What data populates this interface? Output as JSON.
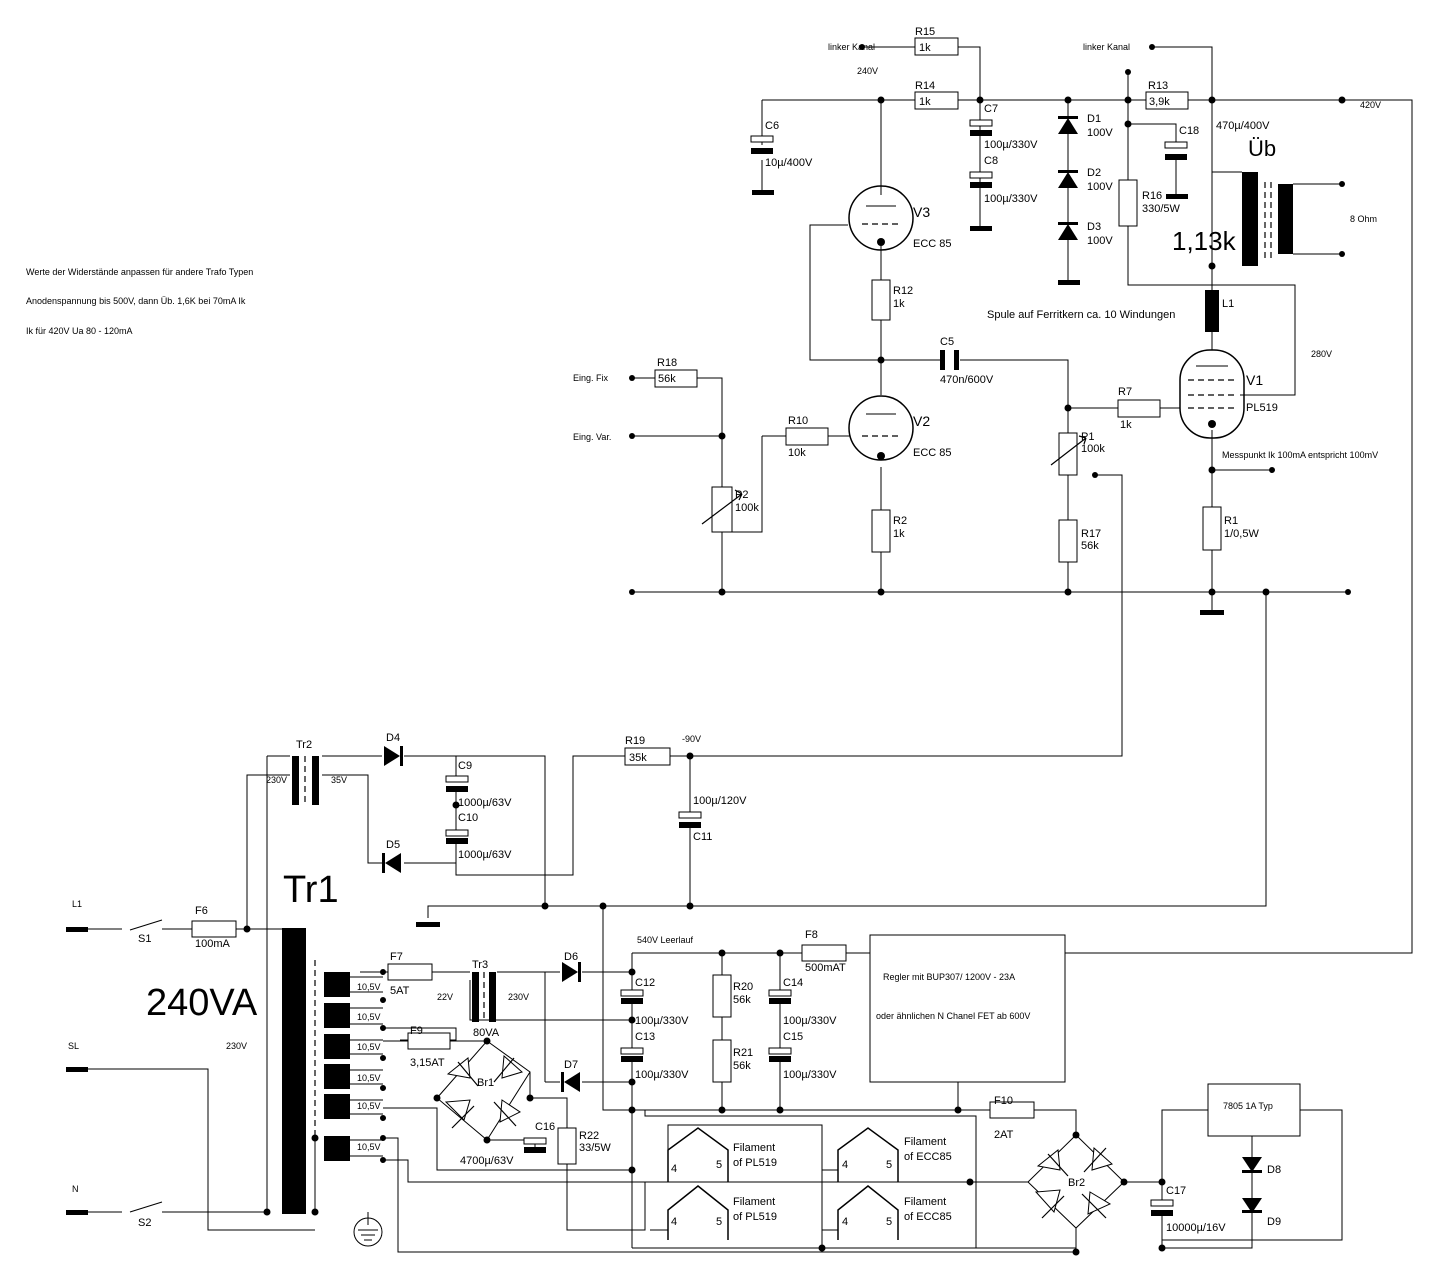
{
  "notes": [
    "Werte der Widerstände anpassen für andere Trafo Typen",
    "Anodenspannung bis 500V, dann Üb. 1,6K bei 70mA Ik",
    "Ik für 420V Ua 80 - 120mA"
  ],
  "big": {
    "tr1": "Tr1",
    "va": "240VA",
    "ub": "Üb",
    "imp": "1,13k"
  },
  "tubes": {
    "v1": "V1",
    "v1t": "PL519",
    "v2": "V2",
    "v2t": "ECC 85",
    "v3": "V3",
    "v3t": "ECC 85"
  },
  "res": {
    "r1": "R1",
    "r1v": "1/0,5W",
    "r2": "R2",
    "r2v": "1k",
    "r7": "R7",
    "r7v": "1k",
    "r10": "R10",
    "r10v": "10k",
    "r12": "R12",
    "r12v": "1k",
    "r13": "R13",
    "r13v": "3,9k",
    "r14": "R14",
    "r14v": "1k",
    "r15": "R15",
    "r15v": "1k",
    "r16": "R16",
    "r16v": "330/5W",
    "r17": "R17",
    "r17v": "56k",
    "r18": "R18",
    "r18v": "56k",
    "r19": "R19",
    "r19v": "35k",
    "r20": "R20",
    "r20v": "56k",
    "r21": "R21",
    "r21v": "56k",
    "r22": "R22",
    "r22v": "33/5W",
    "p1": "P1",
    "p1v": "100k",
    "p2": "P2",
    "p2v": "100k"
  },
  "caps": {
    "c5": "C5",
    "c5v": "470n/600V",
    "c6": "C6",
    "c6v": "10µ/400V",
    "c7": "C7",
    "c7v": "100µ/330V",
    "c8": "C8",
    "c8v": "100µ/330V",
    "c9": "C9",
    "c9v": "1000µ/63V",
    "c10": "C10",
    "c10v": "1000µ/63V",
    "c11": "C11",
    "c11v": "100µ/120V",
    "c12": "C12",
    "c12v": "100µ/330V",
    "c13": "C13",
    "c13v": "100µ/330V",
    "c14": "C14",
    "c14v": "100µ/330V",
    "c15": "C15",
    "c15v": "100µ/330V",
    "c16": "C16",
    "c16v": "4700µ/63V",
    "c17": "C17",
    "c17v": "10000µ/16V",
    "c18": "C18",
    "c18v": "470µ/400V"
  },
  "diodes": {
    "d1": "D1",
    "d1v": "100V",
    "d2": "D2",
    "d2v": "100V",
    "d3": "D3",
    "d3v": "100V",
    "d4": "D4",
    "d5": "D5",
    "d6": "D6",
    "d7": "D7",
    "d8": "D8",
    "d9": "D9",
    "br1": "Br1",
    "br2": "Br2"
  },
  "misc": {
    "l1": "L1",
    "coil": "Spule auf Ferritkern ca. 10 Windungen",
    "messpunkt": "Messpunkt Ik 100mA entspricht 100mV",
    "eingfix": "Eing. Fix",
    "eingvar": "Eing. Var.",
    "linker1": "linker Kanal",
    "linker2": "linker Kanal",
    "v240": "240V",
    "v420": "420V",
    "v280": "280V",
    "m90": "-90V",
    "ohm": "8 Ohm",
    "tr2": "Tr2",
    "tr2p": "230V",
    "tr2s": "35V",
    "tr3": "Tr3",
    "tr3p": "22V",
    "tr3s": "230V",
    "tr3va": "80VA",
    "leer": "540V Leerlauf",
    "f6": "F6",
    "f6v": "100mA",
    "f7": "F7",
    "f7v": "5AT",
    "f8": "F8",
    "f8v": "500mAT",
    "f9": "F9",
    "f9v": "3,15AT",
    "f10": "F10",
    "f10v": "2AT",
    "l1in": "L1",
    "slin": "SL",
    "nin": "N",
    "s1": "S1",
    "s2": "S2",
    "tr1p": "230V",
    "w1": "10,5V",
    "w2": "10,5V",
    "w3": "10,5V",
    "w4": "10,5V",
    "w5": "10,5V",
    "w6": "10,5V",
    "reg1": "Regler mit BUP307/ 1200V - 23A",
    "reg2": "oder ähnlichen N Chanel FET ab 600V",
    "u7805": "7805 1A Typ",
    "fil1a": "Filament",
    "fil1b": "of PL519",
    "fil2a": "Filament",
    "fil2b": "of ECC85",
    "fil3a": "Filament",
    "fil3b": "of PL519",
    "fil4a": "Filament",
    "fil4b": "of ECC85",
    "p4": "4",
    "p5": "5"
  }
}
